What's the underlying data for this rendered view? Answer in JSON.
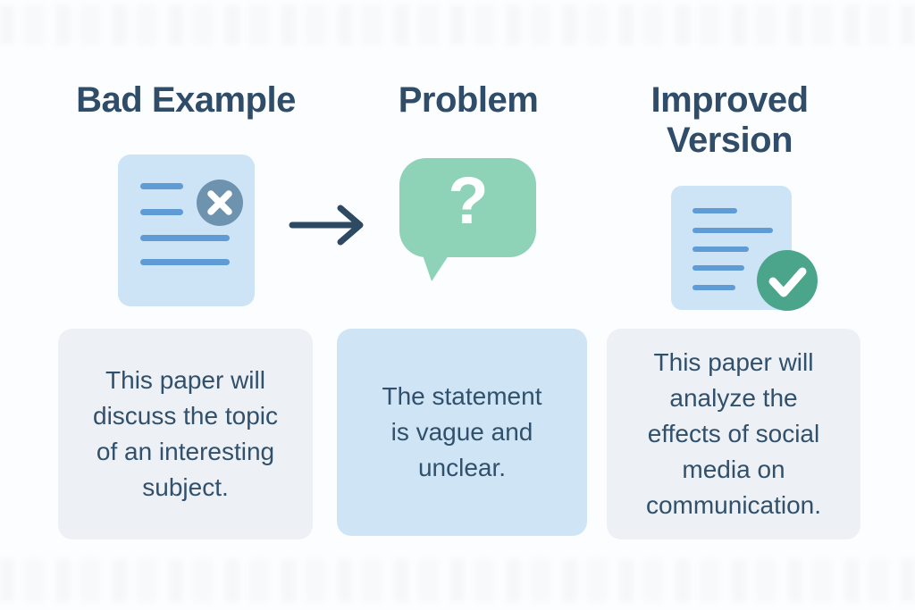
{
  "palette": {
    "background": "#fcfdfe",
    "heading-text": "#2f4c68",
    "body-text": "#31506b",
    "doc-fill": "#cde4f7",
    "doc-line": "#5f9bd4",
    "error-badge": "#6d93ae",
    "bubble-green": "#8ed3b8",
    "check-green": "#4ba58b",
    "caption-gray": "#edf1f5",
    "caption-blue": "#cfe5f6",
    "arrow": "#2e4a63",
    "icon-white": "#ffffff"
  },
  "columns": [
    {
      "heading": "Bad Example",
      "icon": "document-with-error-badge",
      "caption_lines": [
        "This paper will",
        "discuss the topic",
        "of an interesting",
        "subject."
      ]
    },
    {
      "heading": "Problem",
      "icon": "question-speech-bubble",
      "caption_lines": [
        "The statement",
        "is vague and",
        "unclear."
      ]
    },
    {
      "heading": "Improved Version",
      "icon": "document-with-check-badge",
      "caption_lines": [
        "This paper will",
        "analyze the",
        "effects of social",
        "media on",
        "communication."
      ]
    }
  ],
  "icons": {
    "question_mark": "?"
  }
}
